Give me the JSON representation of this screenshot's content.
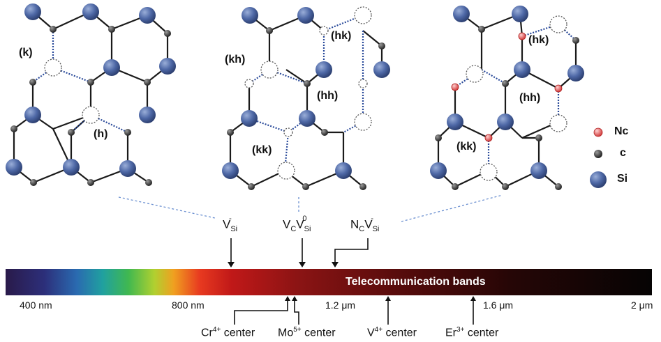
{
  "lattices": {
    "left": {
      "sites": [
        "(k)",
        "(h)"
      ]
    },
    "middle": {
      "sites": [
        "(kh)",
        "(hk)",
        "(hh)",
        "(kk)"
      ]
    },
    "right": {
      "sites": [
        "(hk)",
        "(hh)",
        "(kk)"
      ]
    }
  },
  "legend": [
    {
      "label": "Nc",
      "color": "#e05a5a"
    },
    {
      "label": "c",
      "color": "#555555"
    },
    {
      "label": "Si",
      "color": "#4a64a0"
    }
  ],
  "defects": [
    {
      "base1": "V",
      "sub1": "Si",
      "sup1": "-",
      "base2": "",
      "sub2": "",
      "sup2": ""
    },
    {
      "base1": "V",
      "sub1": "C",
      "sup1": "",
      "base2": "V",
      "sub2": "Si",
      "sup2": "0"
    },
    {
      "base1": "N",
      "sub1": "C",
      "sup1": "",
      "base2": "V",
      "sub2": "Si",
      "sup2": "-"
    }
  ],
  "spectrum": {
    "band_label": "Telecommunication bands",
    "ticks": [
      "400 nm",
      "800 nm",
      "1.2 μm",
      "1.6 μm",
      "2 μm"
    ]
  },
  "centers": [
    {
      "ion": "Cr",
      "charge": "4+",
      "word": "center"
    },
    {
      "ion": "Mo",
      "charge": "5+",
      "word": "center"
    },
    {
      "ion": "V",
      "charge": "4+",
      "word": "center"
    },
    {
      "ion": "Er",
      "charge": "3+",
      "word": "center"
    }
  ],
  "colors": {
    "si_atom": "#4a64a0",
    "c_atom": "#444444",
    "n_atom": "#e05a5a",
    "vacancy_bond": "#2a4a9a",
    "guide_line": "#6a8fd0"
  }
}
